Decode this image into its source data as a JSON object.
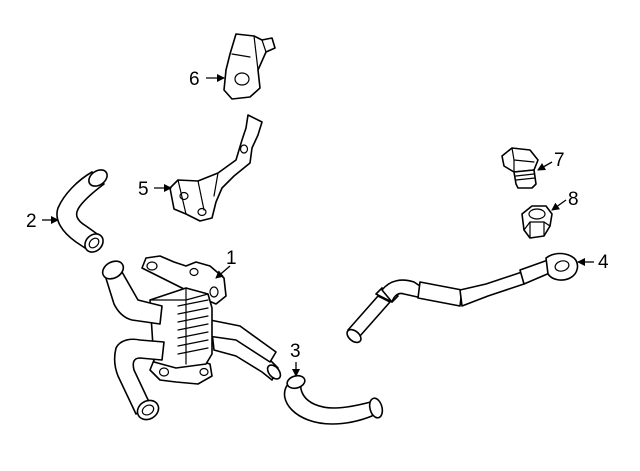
{
  "diagram": {
    "colors": {
      "background": "#ffffff",
      "line": "#000000"
    },
    "callouts": [
      {
        "id": "1",
        "label": "1",
        "part": "oil-cooler"
      },
      {
        "id": "2",
        "label": "2",
        "part": "hose"
      },
      {
        "id": "3",
        "label": "3",
        "part": "hose"
      },
      {
        "id": "4",
        "label": "4",
        "part": "tube"
      },
      {
        "id": "5",
        "label": "5",
        "part": "bracket"
      },
      {
        "id": "6",
        "label": "6",
        "part": "bracket"
      },
      {
        "id": "7",
        "label": "7",
        "part": "bolt"
      },
      {
        "id": "8",
        "label": "8",
        "part": "nut"
      }
    ]
  }
}
